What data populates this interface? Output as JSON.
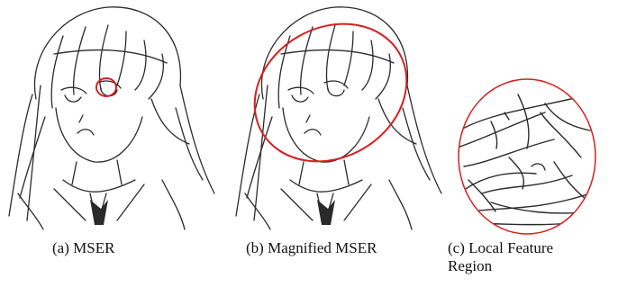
{
  "figure": {
    "panels": [
      {
        "id": "a",
        "caption": "(a) MSER"
      },
      {
        "id": "b",
        "caption": "(b) Magnified MSER"
      },
      {
        "id": "c",
        "caption_line1": "(c) Local Feature",
        "caption_line2": "Region"
      }
    ],
    "ellipse_color": "#d61f1f",
    "stroke_color": "#2a2a2a"
  }
}
